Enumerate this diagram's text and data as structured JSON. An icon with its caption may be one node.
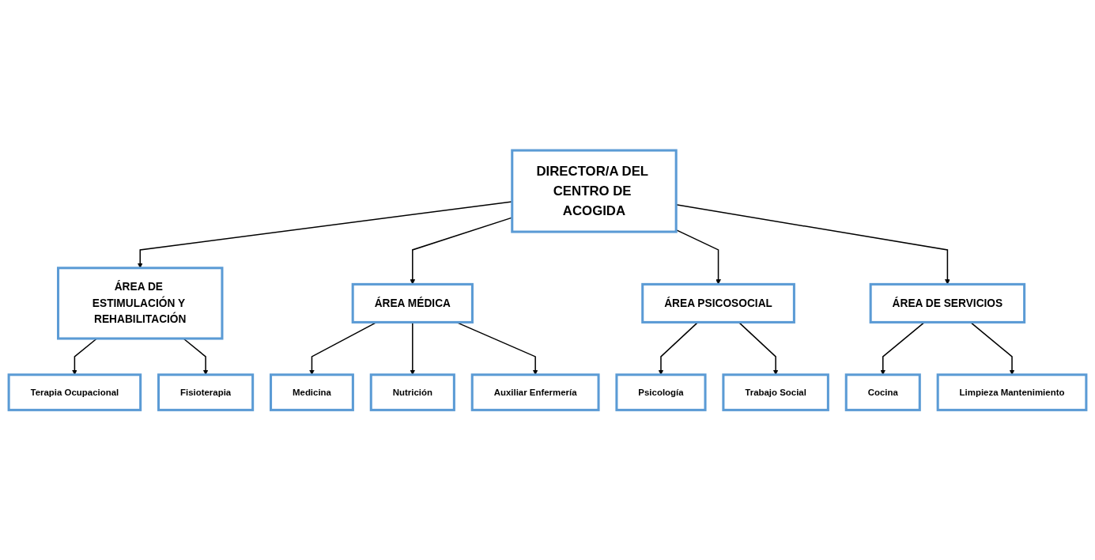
{
  "diagram": {
    "nodes": [
      {
        "text": [
          "DIRECTOR/A DEL CENTRO DE ACOGIDA"
        ]
      },
      {
        "text": [
          "ÁREA DE ESTIMULACIÓN Y REHABILITACIÓN"
        ]
      },
      {
        "text": [
          "ÁREA MÉDICA"
        ]
      },
      {
        "text": [
          "ÁREA PSICOSOCIAL"
        ]
      },
      {
        "text": [
          "ÁREA DE SERVICIOS"
        ]
      },
      {
        "text": [
          "Medicina"
        ]
      },
      {
        "text": [
          "Auxiliar Enfermería"
        ]
      },
      {
        "text": [
          "Terapia Ocupacional"
        ]
      },
      {
        "text": [
          "Fisioterapia"
        ]
      },
      {
        "text": [
          "Nutrición"
        ]
      },
      {
        "text": [
          "Psicología"
        ]
      },
      {
        "text": [
          "Trabajo Social"
        ]
      },
      {
        "text": [
          "Cocina"
        ]
      },
      {
        "text": [
          "Limpieza Mantenimiento"
        ]
      }
    ],
    "edges": [
      {
        "from": 0,
        "to": 1,
        "arrow": "to"
      },
      {
        "from": 0,
        "to": 2,
        "arrow": "to"
      },
      {
        "from": 0,
        "to": 3,
        "arrow": "to"
      },
      {
        "from": 0,
        "to": 4,
        "arrow": "to"
      },
      {
        "from": 1,
        "to": 7,
        "arrow": "to"
      },
      {
        "from": 1,
        "to": 8,
        "arrow": "to"
      },
      {
        "from": 2,
        "to": 5,
        "arrow": "to"
      },
      {
        "from": 2,
        "to": 9,
        "arrow": "to"
      },
      {
        "from": 2,
        "to": 6,
        "arrow": "to"
      },
      {
        "from": 3,
        "to": 10,
        "arrow": "to"
      },
      {
        "from": 3,
        "to": 11,
        "arrow": "to"
      },
      {
        "from": 4,
        "to": 12,
        "arrow": "to"
      },
      {
        "from": 4,
        "to": 13,
        "arrow": "to"
      }
    ]
  }
}
